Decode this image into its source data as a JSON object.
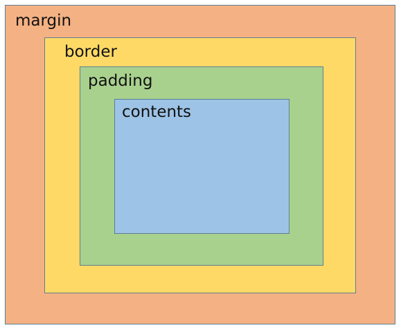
{
  "diagram": {
    "layers": [
      {
        "label": "margin",
        "color": "#f4b183"
      },
      {
        "label": "border",
        "color": "#ffd966"
      },
      {
        "label": "padding",
        "color": "#a9d18e"
      },
      {
        "label": "contents",
        "color": "#9dc3e6"
      }
    ],
    "outline_color": "#5b7f95"
  }
}
